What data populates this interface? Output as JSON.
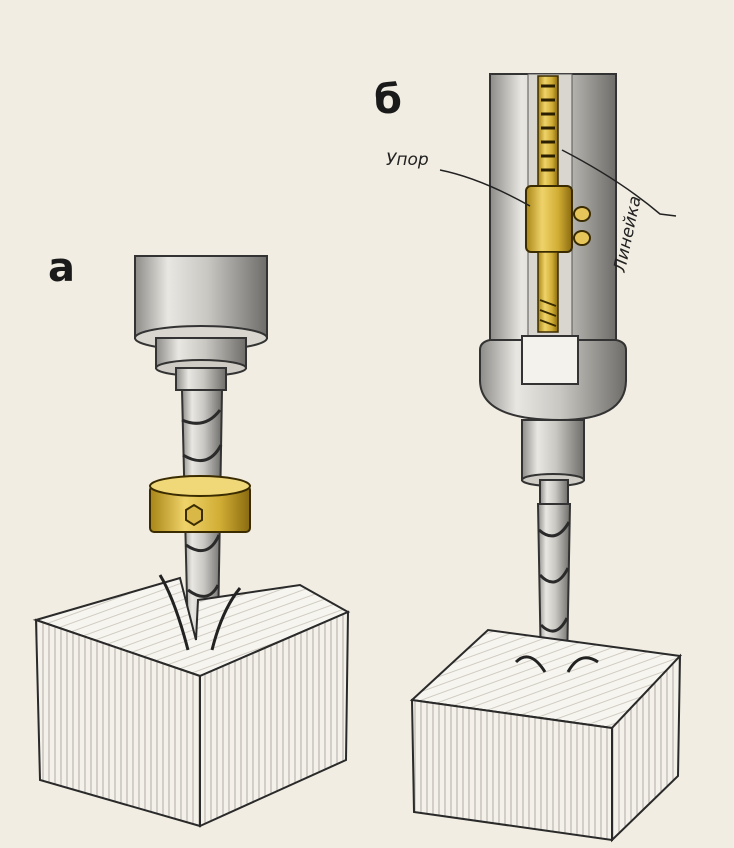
{
  "panels": {
    "a": {
      "label": "а"
    },
    "b": {
      "label": "б"
    }
  },
  "callouts": {
    "stop": "Упор",
    "ruler": "Линейка"
  },
  "colors": {
    "paper": "#f2ede2",
    "ink": "#1a1a1a",
    "brass": "#d8b43a",
    "brass_dark": "#9a7a18",
    "steel_light": "#e8e6e0",
    "steel_mid": "#b8b6b0",
    "steel_dark": "#6e6c68"
  }
}
